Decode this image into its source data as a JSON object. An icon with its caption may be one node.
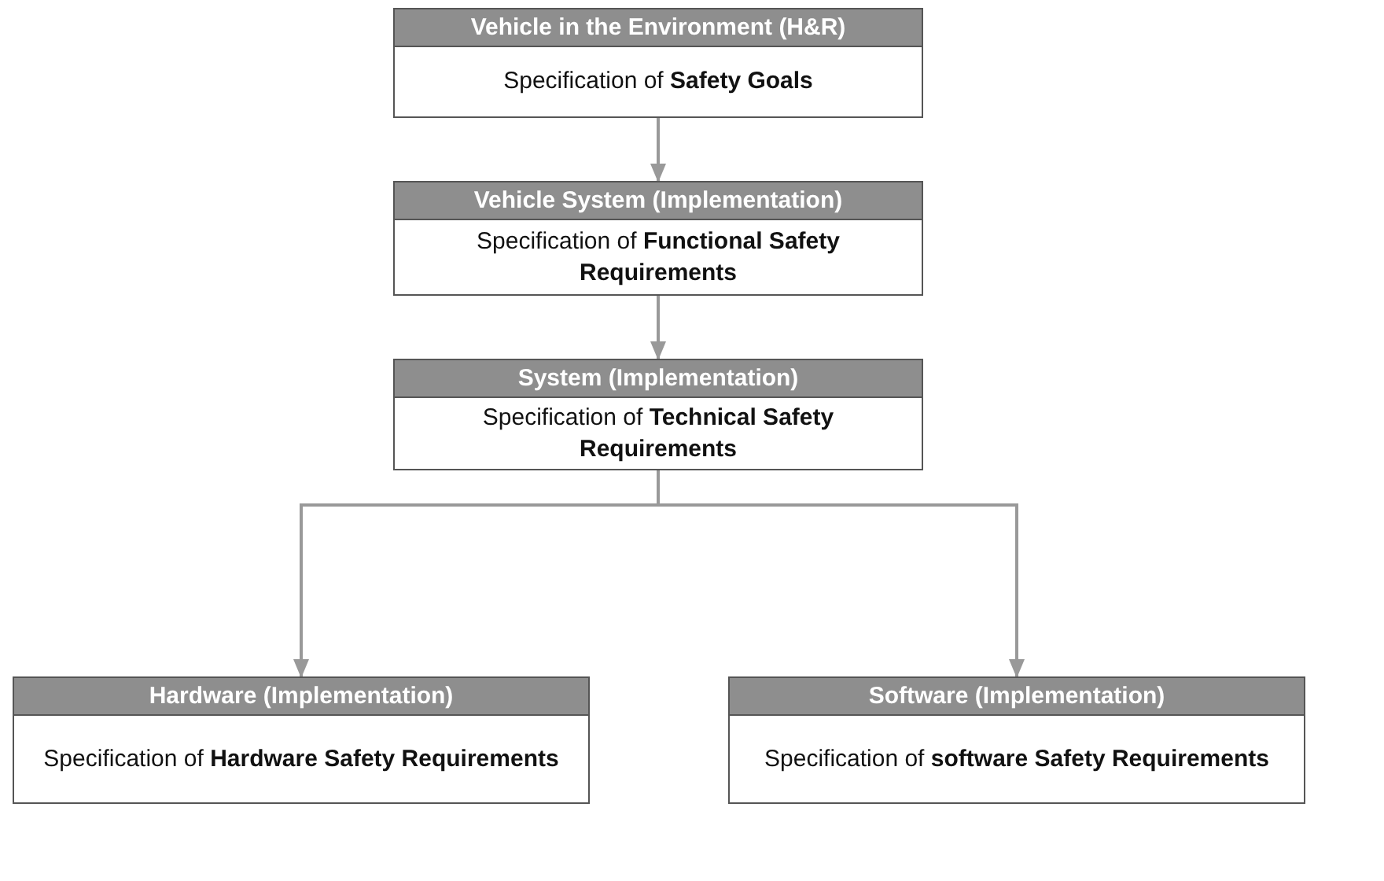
{
  "diagram": {
    "nodes": [
      {
        "text": [
          "Vehicle in the Environment (H&R)",
          "Specification of **Safety Goals**"
        ]
      },
      {
        "text": [
          "Vehicle System (Implementation)",
          "Specification of **Functional Safety Requirements**"
        ]
      },
      {
        "text": [
          "System (Implementation)",
          "Specification of **Technical Safety Requirements**"
        ]
      },
      {
        "text": [
          "Hardware (Implementation)",
          "Specification of **Hardware Safety Requirements**"
        ]
      },
      {
        "text": [
          "Software (Implementation)",
          "Specification of **software Safety Requirements**"
        ]
      }
    ],
    "edges": [
      {
        "from": 0,
        "to": 1,
        "arrow": "to"
      },
      {
        "from": 1,
        "to": 2,
        "arrow": "to"
      },
      {
        "from": 2,
        "to": 3,
        "arrow": "to"
      },
      {
        "from": 2,
        "to": 4,
        "arrow": "to"
      }
    ]
  }
}
